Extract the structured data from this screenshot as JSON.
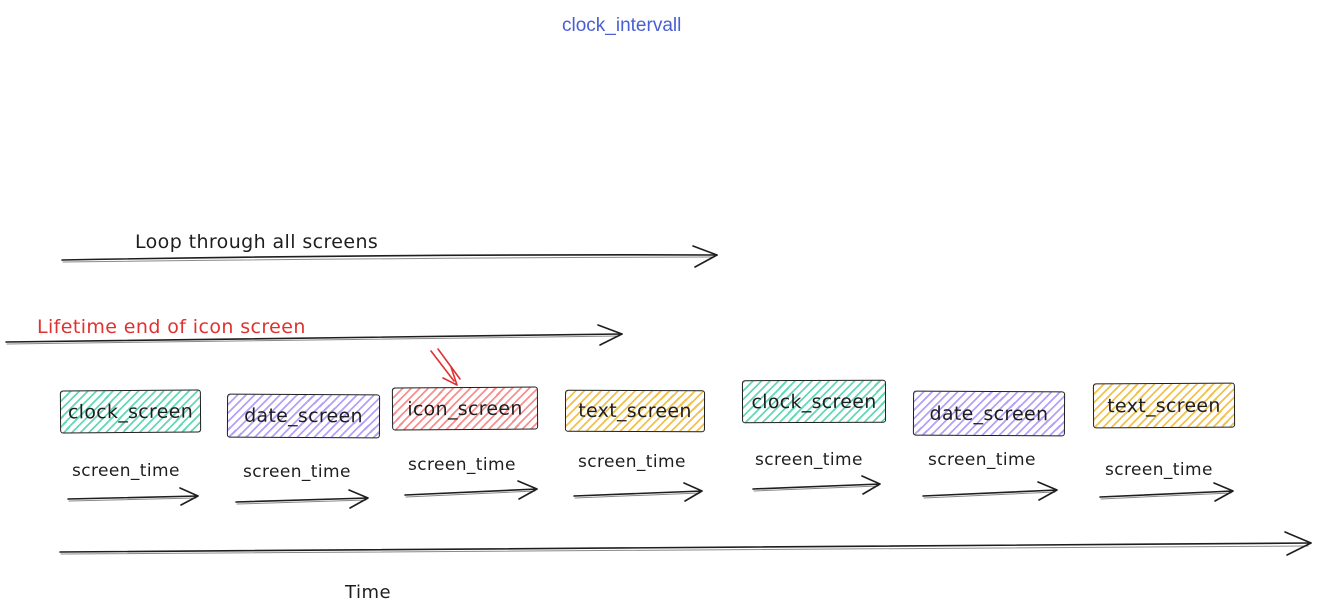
{
  "title": "clock_intervall",
  "annotations": {
    "loop_label": "Loop through all screens",
    "lifetime_label": "Lifetime end of icon screen",
    "screen_time_label": "screen_time",
    "time_label": "Time"
  },
  "screens": [
    {
      "label": "clock_screen",
      "color": "green"
    },
    {
      "label": "date_screen",
      "color": "purple"
    },
    {
      "label": "icon_screen",
      "color": "red"
    },
    {
      "label": "text_screen",
      "color": "yellow"
    },
    {
      "label": "clock_screen",
      "color": "green"
    },
    {
      "label": "date_screen",
      "color": "purple"
    },
    {
      "label": "text_screen",
      "color": "yellow"
    }
  ],
  "colors": {
    "title_blue": "#4a5fd1",
    "annotation_red": "#e03131",
    "stroke_dark": "#1e1e1e",
    "screen_green": "#63d9b5",
    "screen_purple": "#b5a1f7",
    "screen_red": "#f79090",
    "screen_yellow": "#f2c14e"
  }
}
